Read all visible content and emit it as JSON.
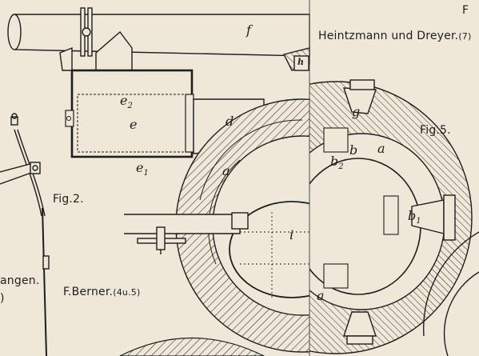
{
  "top_right_fragment": "F",
  "credits": {
    "heintzmann": "Heintzmann und Dreyer.",
    "heintzmann_num": "(7)",
    "berner": "F.Berner.",
    "berner_num": "(4u.5)"
  },
  "figures": {
    "fig2": "Fig.2.",
    "fig5": "Fig.5."
  },
  "left_fragment": {
    "word": "angen.",
    "paren": ")"
  },
  "labels": {
    "f": "f",
    "h": "h",
    "e2": "e",
    "e2_sub": "2",
    "e": "e",
    "e1": "e",
    "e1_sub": "1",
    "d": "d",
    "a_left": "a",
    "a_bottom": "a",
    "a_right": "a",
    "i": "i",
    "g": "g",
    "b_top": "b",
    "b2": "b",
    "b2_sub": "2",
    "b1": "b",
    "b1_sub": "1"
  }
}
